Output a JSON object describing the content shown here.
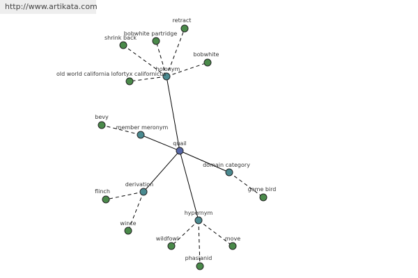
{
  "watermark": "http://www.artikata.com",
  "colors": {
    "root": "#5566a6",
    "relation": "#4a8a90",
    "leaf": "#4a8a4a"
  },
  "nodes": [
    {
      "id": "quail",
      "label": "quail",
      "kind": "root"
    },
    {
      "id": "holonym",
      "label": "holonym",
      "kind": "relation"
    },
    {
      "id": "member-meronym",
      "label": "member meronym",
      "kind": "relation"
    },
    {
      "id": "domain-category",
      "label": "domain category",
      "kind": "relation"
    },
    {
      "id": "derivation",
      "label": "derivation",
      "kind": "relation"
    },
    {
      "id": "hypernym",
      "label": "hypernym",
      "kind": "relation"
    },
    {
      "id": "shrink-back",
      "label": "shrink back",
      "kind": "leaf"
    },
    {
      "id": "bobwhite-partridge",
      "label": "bobwhite partridge",
      "kind": "leaf"
    },
    {
      "id": "retract",
      "label": "retract",
      "kind": "leaf"
    },
    {
      "id": "bobwhite",
      "label": "bobwhite",
      "kind": "leaf"
    },
    {
      "id": "old-world",
      "label": "old world california lofortyx californicus",
      "kind": "leaf"
    },
    {
      "id": "bevy",
      "label": "bevy",
      "kind": "leaf"
    },
    {
      "id": "game-bird",
      "label": "game bird",
      "kind": "leaf"
    },
    {
      "id": "flinch",
      "label": "flinch",
      "kind": "leaf"
    },
    {
      "id": "wince",
      "label": "wince",
      "kind": "leaf"
    },
    {
      "id": "wildfowl",
      "label": "wildfowl",
      "kind": "leaf"
    },
    {
      "id": "move",
      "label": "move",
      "kind": "leaf"
    },
    {
      "id": "phasianid",
      "label": "phasianid",
      "kind": "leaf"
    }
  ],
  "edges": [
    {
      "from": "quail",
      "to": "holonym",
      "style": "solid"
    },
    {
      "from": "quail",
      "to": "member-meronym",
      "style": "solid"
    },
    {
      "from": "quail",
      "to": "domain-category",
      "style": "solid"
    },
    {
      "from": "quail",
      "to": "derivation",
      "style": "solid"
    },
    {
      "from": "quail",
      "to": "hypernym",
      "style": "solid"
    },
    {
      "from": "holonym",
      "to": "shrink-back",
      "style": "dashed"
    },
    {
      "from": "holonym",
      "to": "bobwhite-partridge",
      "style": "dashed"
    },
    {
      "from": "holonym",
      "to": "retract",
      "style": "dashed"
    },
    {
      "from": "holonym",
      "to": "bobwhite",
      "style": "dashed"
    },
    {
      "from": "holonym",
      "to": "old-world",
      "style": "dashed"
    },
    {
      "from": "member-meronym",
      "to": "bevy",
      "style": "dashed"
    },
    {
      "from": "domain-category",
      "to": "game-bird",
      "style": "dashed"
    },
    {
      "from": "derivation",
      "to": "flinch",
      "style": "dashed"
    },
    {
      "from": "derivation",
      "to": "wince",
      "style": "dashed"
    },
    {
      "from": "hypernym",
      "to": "wildfowl",
      "style": "dashed"
    },
    {
      "from": "hypernym",
      "to": "move",
      "style": "dashed"
    },
    {
      "from": "hypernym",
      "to": "phasianid",
      "style": "dashed"
    }
  ]
}
